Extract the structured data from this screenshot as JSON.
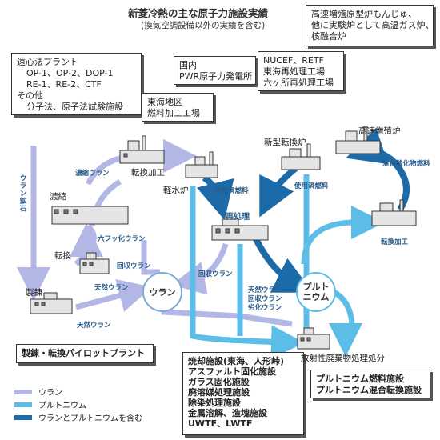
{
  "header": {
    "title": "新菱冷熱の主な原子力施設実績",
    "subtitle": "(換気空調設備以外の実績を含む)"
  },
  "boxes": {
    "centrifuge": [
      "遠心法プラント",
      "OP-1、OP-2、DOP-1",
      "RE-1、RE-2、CTF",
      "その他",
      "分子法、原子法試験施設"
    ],
    "domestic_pwr": [
      "国内",
      "PWR原子力発電所"
    ],
    "tokai_fuel": [
      "東海地区",
      "燃料加工工場"
    ],
    "nucef": [
      "NUCEF、RETF",
      "東海再処理工場",
      "六ヶ所再処理工場"
    ],
    "monju": [
      "高速増殖原型炉もんじゅ、",
      "他に実験炉として高温ガス炉、",
      "核融合炉"
    ],
    "pilot_plant": [
      "製錬・転換パイロットプラント"
    ],
    "waste_list": [
      "焼却施設(東海、人形峠)",
      "アスファルト固化施設",
      "ガラス固化施設",
      "廃溶媒処理施設",
      "除染処理施設",
      "金属溶解、造塊施設",
      "UWTF、LWTF"
    ],
    "plutonium_fuel": [
      "プルトニウム燃料施設",
      "プルトニウム混合転換施設"
    ]
  },
  "facilities": {
    "enrichment": "濃縮",
    "conversion": "転換",
    "refining": "製錬",
    "conversion_processing": "転換加工",
    "light_water_reactor": "軽水炉",
    "reprocessing": "再処理",
    "new_converter": "新型転換炉",
    "fast_breeder": "高速増殖炉",
    "conversion_processing_right": "転換加工",
    "waste_disposal": "放射性廃棄物処理処分"
  },
  "flows": {
    "uranium_ore": "ウラン鉱石",
    "enriched_uranium": "濃縮ウラン",
    "uf6": "六フッ化ウラン",
    "recovered_uranium_a": "回収ウラン",
    "natural_uranium_a": "天然ウラン",
    "natural_uranium_b": "天然ウラン",
    "recovered_uranium_b": "回収ウラン",
    "spent_fuel_a": "使用済燃料",
    "spent_fuel_b": "使用済燃料",
    "mox_fuel": "混合酸化物燃料",
    "to_waste": [
      "天然ウラン",
      "回収ウラン",
      "劣化ウラン"
    ]
  },
  "nodes": {
    "uranium": "ウラン",
    "plutonium": [
      "プルト",
      "ニウム"
    ]
  },
  "legend": [
    {
      "label": "ウラン",
      "color": "#b3b7e6"
    },
    {
      "label": "プルトニウム",
      "color": "#5bbde8"
    },
    {
      "label": "ウランとプルトニウムを含む",
      "color": "#1d6aa8"
    }
  ]
}
